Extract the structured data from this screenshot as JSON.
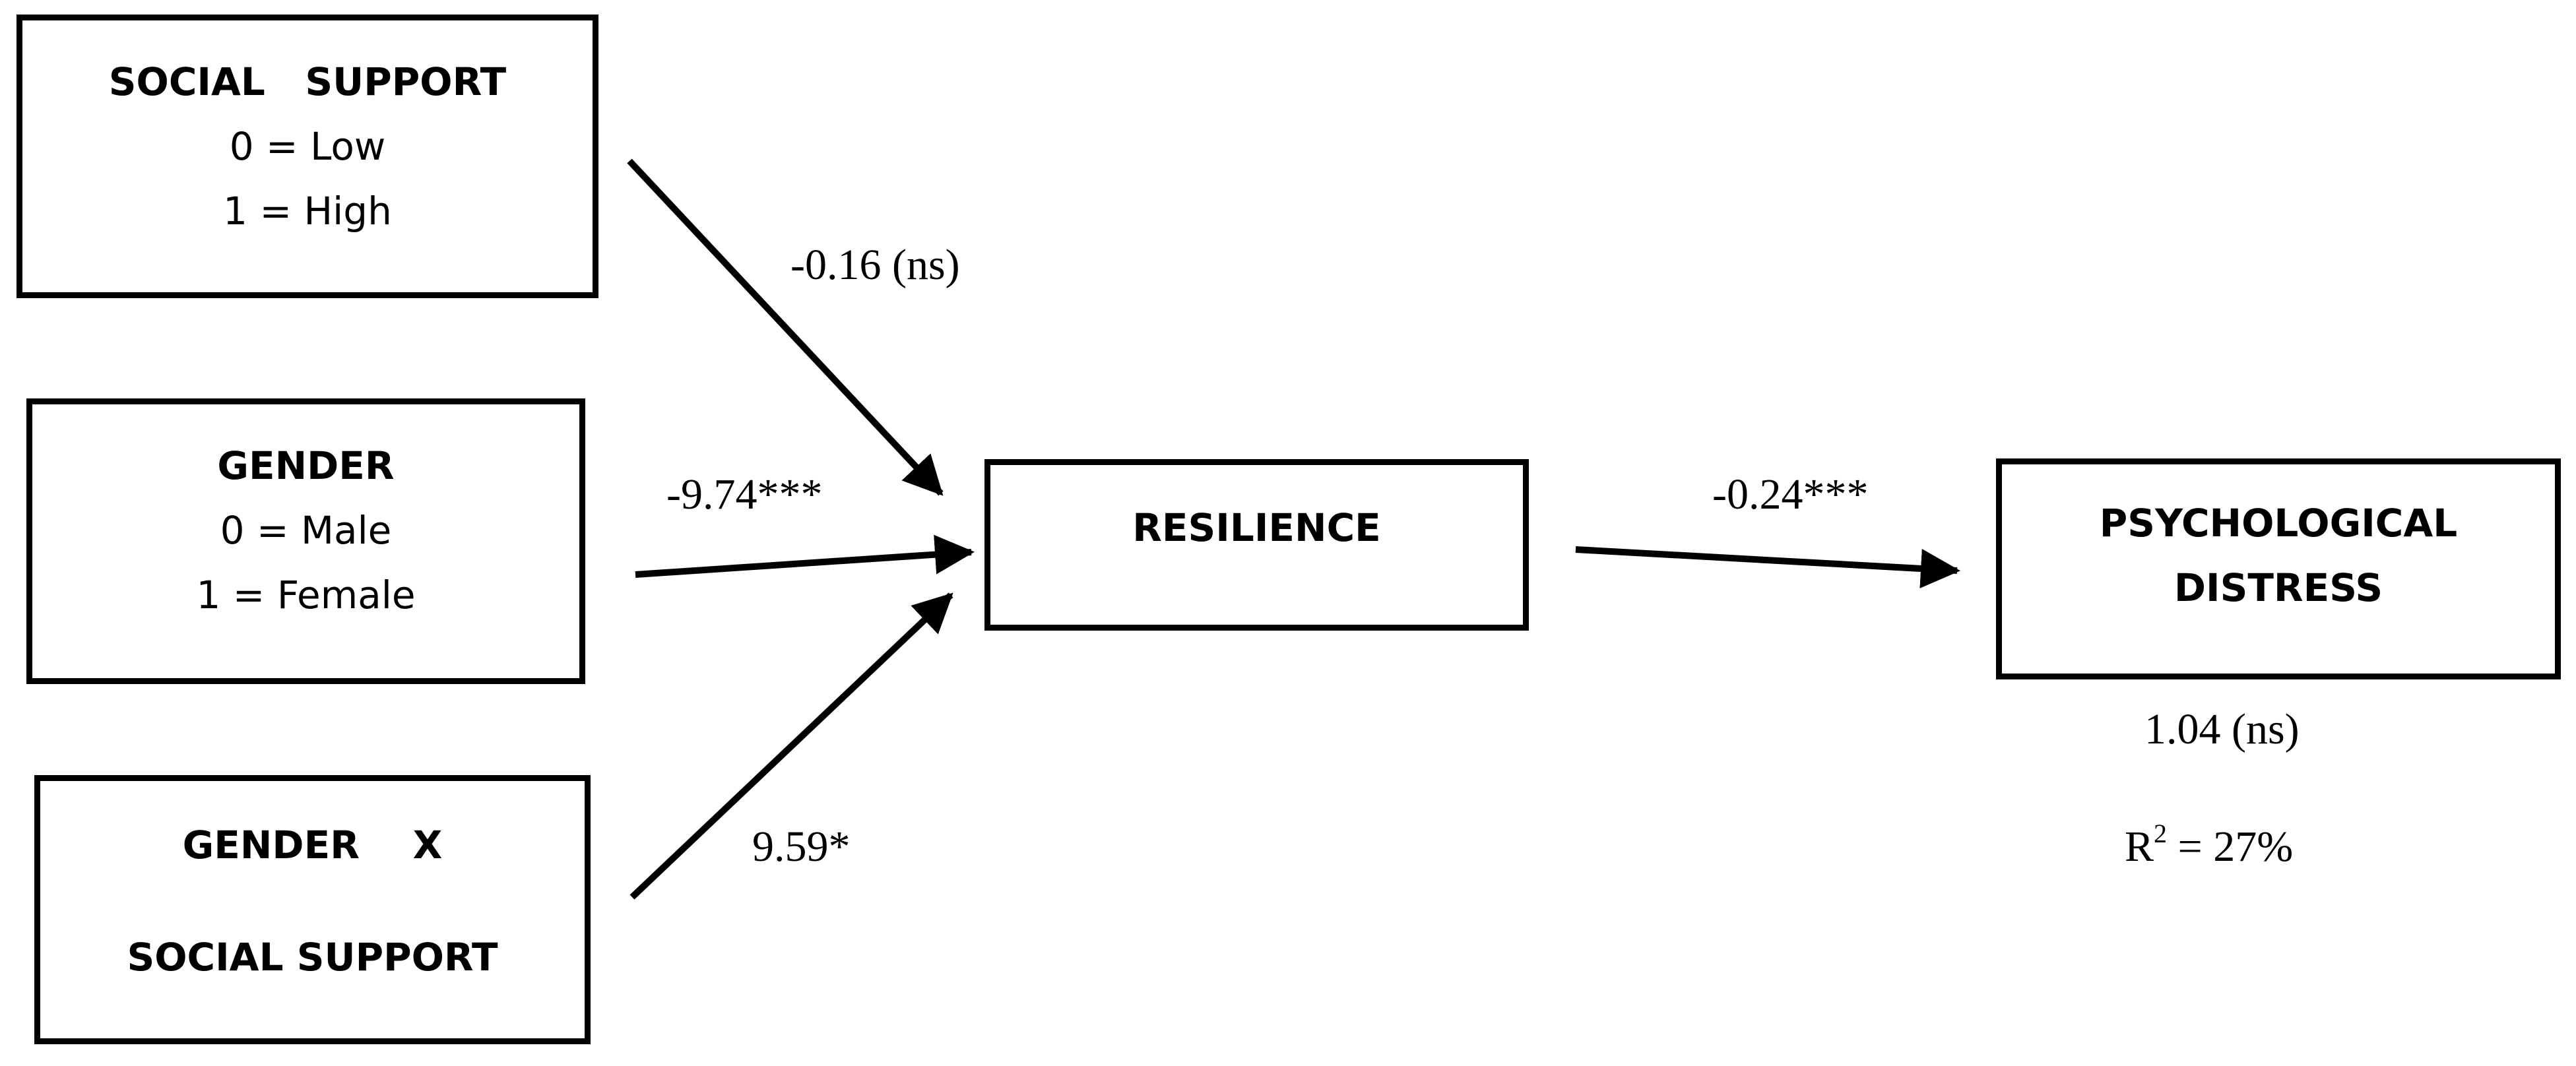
{
  "boxes": {
    "social_support": {
      "title": "SOCIAL   SUPPORT",
      "line1": "0 = Low",
      "line2": "1 = High"
    },
    "gender": {
      "title": "GENDER",
      "line1": "0 = Male",
      "line2": "1 = Female"
    },
    "interaction": {
      "title_a": "GENDER    X",
      "title_b": "SOCIAL SUPPORT"
    },
    "resilience": {
      "title": "RESILIENCE"
    },
    "psych_distress": {
      "title_a": "PSYCHOLOGICAL",
      "title_b": "DISTRESS"
    }
  },
  "paths": {
    "social_support_to_resilience": "-0.16 (ns)",
    "gender_to_resilience": "-9.74***",
    "interaction_to_resilience": "9.59*",
    "resilience_to_distress": "-0.24***"
  },
  "outcome": {
    "direct_effect": "1.04 (ns)",
    "r_squared_label": "R",
    "r_squared_sup": "2",
    "r_squared_value": " = 27%"
  }
}
